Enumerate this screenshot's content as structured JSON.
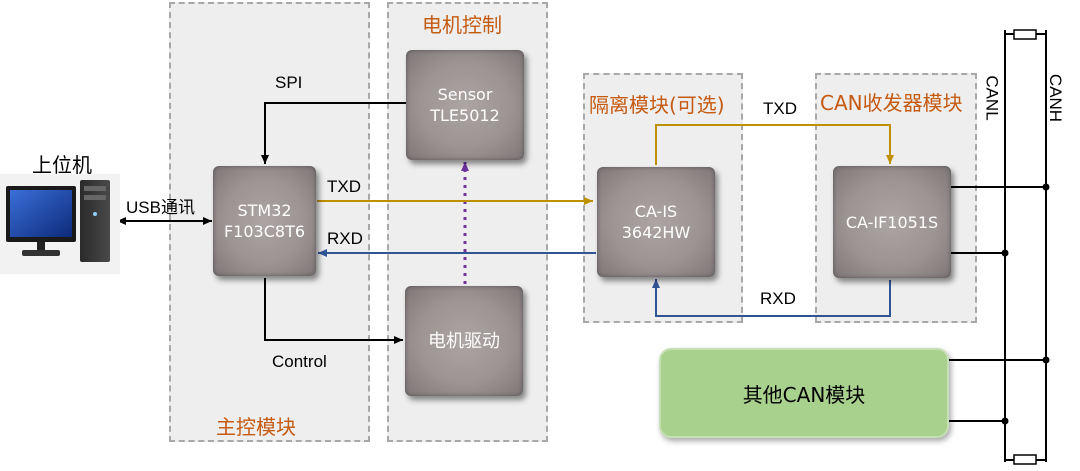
{
  "regions": {
    "main_control": "主控模块",
    "motor_control": "电机控制",
    "isolation": "隔离模块(可选)",
    "transceiver": "CAN收发器模块"
  },
  "pc": {
    "label": "上位机"
  },
  "blocks": {
    "stm32": [
      "STM32",
      "F103C8T6"
    ],
    "sensor": [
      "Sensor",
      "TLE5012"
    ],
    "driver": "电机驱动",
    "isolator": [
      "CA-IS",
      "3642HW"
    ],
    "transceiver": "CA-IF1051S",
    "other_can": "其他CAN模块"
  },
  "signals": {
    "usb": "USB通讯",
    "spi": "SPI",
    "txd_left": "TXD",
    "rxd_left": "RXD",
    "control": "Control",
    "txd_right": "TXD",
    "rxd_right": "RXD"
  },
  "bus": {
    "canl": "CANL",
    "canh": "CANH"
  },
  "colors": {
    "tx": "#bf9000",
    "rx": "#2f5597",
    "sensor_link": "#7030a0",
    "region_title": "#c55a11",
    "green_module": "#a9d18e"
  }
}
